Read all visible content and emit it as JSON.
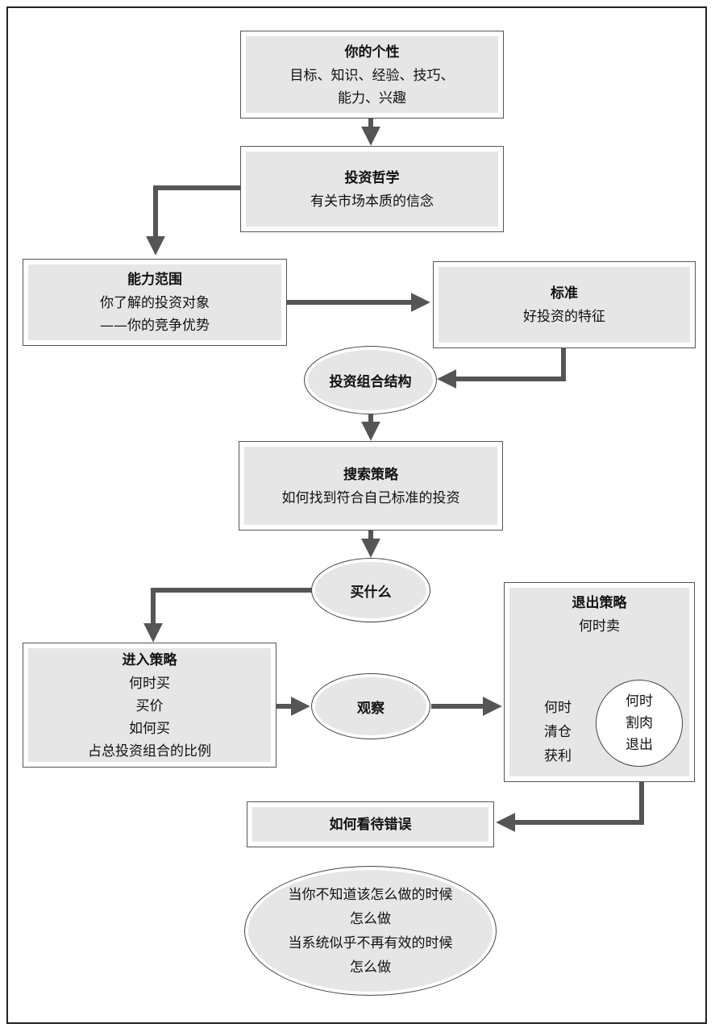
{
  "personality": {
    "title": "你的个性",
    "lines": [
      "目标、知识、经验、技巧、",
      "能力、兴趣"
    ]
  },
  "philosophy": {
    "title": "投资哲学",
    "lines": [
      "有关市场本质的信念"
    ]
  },
  "competence": {
    "title": "能力范围",
    "lines": [
      "你了解的投资对象",
      "——你的竞争优势"
    ]
  },
  "criteria": {
    "title": "标准",
    "lines": [
      "好投资的特征"
    ]
  },
  "portfolio": {
    "label": "投资组合结构"
  },
  "search": {
    "title": "搜索策略",
    "lines": [
      "如何找到符合自己标准的投资"
    ]
  },
  "what_to_buy": {
    "label": "买什么"
  },
  "entry": {
    "title": "进入策略",
    "lines": [
      "何时买",
      "买价",
      "如何买",
      "占总投资组合的比例"
    ]
  },
  "observe": {
    "label": "观察"
  },
  "exit": {
    "title": "退出策略",
    "subtitle": "何时卖",
    "profit_lines": [
      "何时",
      "清仓",
      "获利"
    ],
    "loss_lines": [
      "何时",
      "割肉",
      "退出"
    ]
  },
  "mistakes": {
    "title": "如何看待错误"
  },
  "uncertain": {
    "lines": [
      "当你不知道该怎么做的时候",
      "怎么做",
      "当系统似乎不再有效的时候",
      "怎么做"
    ]
  },
  "colors": {
    "box_fill": "#e6e6e6",
    "arrow": "#555555",
    "border": "#444444"
  }
}
